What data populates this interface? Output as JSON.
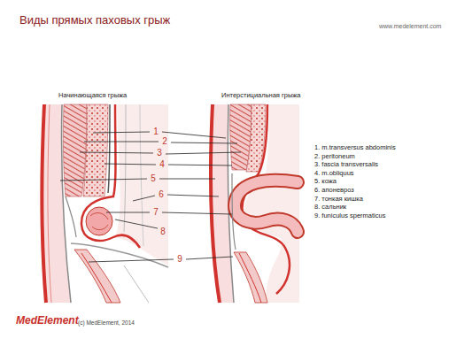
{
  "diagram": {
    "title": "Виды прямых паховых грыж",
    "labels": [
      "www.medelement.com",
      "Начинающаяся грыжа",
      "Интерстициальная грыжа",
      "1",
      "2",
      "3",
      "4",
      "5",
      "6",
      "7",
      "8",
      "9",
      "1. m.transversus abdominis",
      "2. peritoneum",
      "3. fascia transversalis",
      "4. m.obliquus",
      "5. кожа",
      "6. апоневроз",
      "7. тонкая кишка",
      "8. сальник",
      "9. funiculus spermaticus",
      "MedElement",
      "(c) MedElement, 2014"
    ]
  }
}
